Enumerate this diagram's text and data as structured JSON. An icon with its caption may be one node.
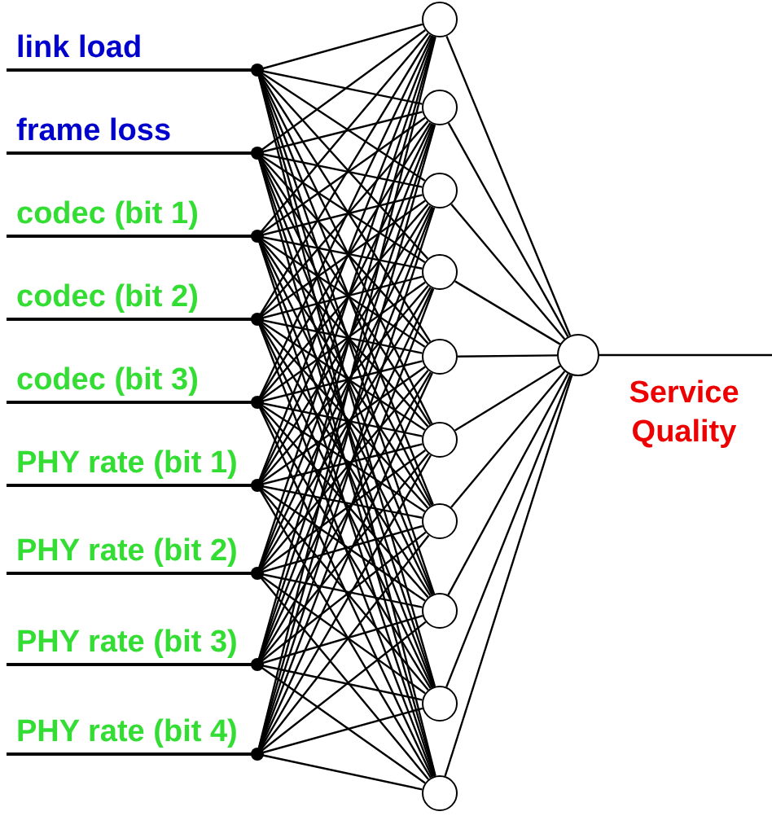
{
  "diagram": {
    "nodes": [
      {
        "text": [
          "link load"
        ]
      },
      {
        "text": [
          "frame loss"
        ]
      },
      {
        "text": [
          "codec (bit 1)"
        ]
      },
      {
        "text": [
          "codec (bit 2)"
        ]
      },
      {
        "text": [
          "codec (bit 3)"
        ]
      },
      {
        "text": [
          "PHY rate (bit 1)"
        ]
      },
      {
        "text": [
          "PHY rate (bit 2)"
        ]
      },
      {
        "text": [
          "PHY rate (bit 3)"
        ]
      },
      {
        "text": [
          "PHY rate (bit 4)"
        ]
      },
      {
        "text": [],
        "shape": "circle"
      },
      {
        "text": [],
        "shape": "circle"
      },
      {
        "text": [],
        "shape": "circle"
      },
      {
        "text": [],
        "shape": "circle"
      },
      {
        "text": [],
        "shape": "circle"
      },
      {
        "text": [],
        "shape": "circle"
      },
      {
        "text": [],
        "shape": "circle"
      },
      {
        "text": [],
        "shape": "circle"
      },
      {
        "text": [],
        "shape": "circle"
      },
      {
        "text": [],
        "shape": "circle"
      },
      {
        "text": [],
        "shape": "circle",
        "beside": [
          "Service Quality"
        ]
      }
    ],
    "edges": [
      {
        "from": 0,
        "to": 9,
        "arrow": "none"
      },
      {
        "from": 0,
        "to": 10,
        "arrow": "none"
      },
      {
        "from": 0,
        "to": 11,
        "arrow": "none"
      },
      {
        "from": 0,
        "to": 12,
        "arrow": "none"
      },
      {
        "from": 0,
        "to": 13,
        "arrow": "none"
      },
      {
        "from": 0,
        "to": 14,
        "arrow": "none"
      },
      {
        "from": 0,
        "to": 15,
        "arrow": "none"
      },
      {
        "from": 0,
        "to": 16,
        "arrow": "none"
      },
      {
        "from": 0,
        "to": 17,
        "arrow": "none"
      },
      {
        "from": 0,
        "to": 18,
        "arrow": "none"
      },
      {
        "from": 1,
        "to": 9,
        "arrow": "none"
      },
      {
        "from": 1,
        "to": 10,
        "arrow": "none"
      },
      {
        "from": 1,
        "to": 11,
        "arrow": "none"
      },
      {
        "from": 1,
        "to": 12,
        "arrow": "none"
      },
      {
        "from": 1,
        "to": 13,
        "arrow": "none"
      },
      {
        "from": 1,
        "to": 14,
        "arrow": "none"
      },
      {
        "from": 1,
        "to": 15,
        "arrow": "none"
      },
      {
        "from": 1,
        "to": 16,
        "arrow": "none"
      },
      {
        "from": 1,
        "to": 17,
        "arrow": "none"
      },
      {
        "from": 1,
        "to": 18,
        "arrow": "none"
      },
      {
        "from": 2,
        "to": 9,
        "arrow": "none"
      },
      {
        "from": 2,
        "to": 10,
        "arrow": "none"
      },
      {
        "from": 2,
        "to": 11,
        "arrow": "none"
      },
      {
        "from": 2,
        "to": 12,
        "arrow": "none"
      },
      {
        "from": 2,
        "to": 13,
        "arrow": "none"
      },
      {
        "from": 2,
        "to": 14,
        "arrow": "none"
      },
      {
        "from": 2,
        "to": 15,
        "arrow": "none"
      },
      {
        "from": 2,
        "to": 16,
        "arrow": "none"
      },
      {
        "from": 2,
        "to": 17,
        "arrow": "none"
      },
      {
        "from": 2,
        "to": 18,
        "arrow": "none"
      },
      {
        "from": 3,
        "to": 9,
        "arrow": "none"
      },
      {
        "from": 3,
        "to": 10,
        "arrow": "none"
      },
      {
        "from": 3,
        "to": 11,
        "arrow": "none"
      },
      {
        "from": 3,
        "to": 12,
        "arrow": "none"
      },
      {
        "from": 3,
        "to": 13,
        "arrow": "none"
      },
      {
        "from": 3,
        "to": 14,
        "arrow": "none"
      },
      {
        "from": 3,
        "to": 15,
        "arrow": "none"
      },
      {
        "from": 3,
        "to": 16,
        "arrow": "none"
      },
      {
        "from": 3,
        "to": 17,
        "arrow": "none"
      },
      {
        "from": 3,
        "to": 18,
        "arrow": "none"
      },
      {
        "from": 4,
        "to": 9,
        "arrow": "none"
      },
      {
        "from": 4,
        "to": 10,
        "arrow": "none"
      },
      {
        "from": 4,
        "to": 11,
        "arrow": "none"
      },
      {
        "from": 4,
        "to": 12,
        "arrow": "none"
      },
      {
        "from": 4,
        "to": 13,
        "arrow": "none"
      },
      {
        "from": 4,
        "to": 14,
        "arrow": "none"
      },
      {
        "from": 4,
        "to": 15,
        "arrow": "none"
      },
      {
        "from": 4,
        "to": 16,
        "arrow": "none"
      },
      {
        "from": 4,
        "to": 17,
        "arrow": "none"
      },
      {
        "from": 4,
        "to": 18,
        "arrow": "none"
      },
      {
        "from": 5,
        "to": 9,
        "arrow": "none"
      },
      {
        "from": 5,
        "to": 10,
        "arrow": "none"
      },
      {
        "from": 5,
        "to": 11,
        "arrow": "none"
      },
      {
        "from": 5,
        "to": 12,
        "arrow": "none"
      },
      {
        "from": 5,
        "to": 13,
        "arrow": "none"
      },
      {
        "from": 5,
        "to": 14,
        "arrow": "none"
      },
      {
        "from": 5,
        "to": 15,
        "arrow": "none"
      },
      {
        "from": 5,
        "to": 16,
        "arrow": "none"
      },
      {
        "from": 5,
        "to": 17,
        "arrow": "none"
      },
      {
        "from": 5,
        "to": 18,
        "arrow": "none"
      },
      {
        "from": 6,
        "to": 9,
        "arrow": "none"
      },
      {
        "from": 6,
        "to": 10,
        "arrow": "none"
      },
      {
        "from": 6,
        "to": 11,
        "arrow": "none"
      },
      {
        "from": 6,
        "to": 12,
        "arrow": "none"
      },
      {
        "from": 6,
        "to": 13,
        "arrow": "none"
      },
      {
        "from": 6,
        "to": 14,
        "arrow": "none"
      },
      {
        "from": 6,
        "to": 15,
        "arrow": "none"
      },
      {
        "from": 6,
        "to": 16,
        "arrow": "none"
      },
      {
        "from": 6,
        "to": 17,
        "arrow": "none"
      },
      {
        "from": 6,
        "to": 18,
        "arrow": "none"
      },
      {
        "from": 7,
        "to": 9,
        "arrow": "none"
      },
      {
        "from": 7,
        "to": 10,
        "arrow": "none"
      },
      {
        "from": 7,
        "to": 11,
        "arrow": "none"
      },
      {
        "from": 7,
        "to": 12,
        "arrow": "none"
      },
      {
        "from": 7,
        "to": 13,
        "arrow": "none"
      },
      {
        "from": 7,
        "to": 14,
        "arrow": "none"
      },
      {
        "from": 7,
        "to": 15,
        "arrow": "none"
      },
      {
        "from": 7,
        "to": 16,
        "arrow": "none"
      },
      {
        "from": 7,
        "to": 17,
        "arrow": "none"
      },
      {
        "from": 7,
        "to": 18,
        "arrow": "none"
      },
      {
        "from": 8,
        "to": 9,
        "arrow": "none"
      },
      {
        "from": 8,
        "to": 10,
        "arrow": "none"
      },
      {
        "from": 8,
        "to": 11,
        "arrow": "none"
      },
      {
        "from": 8,
        "to": 12,
        "arrow": "none"
      },
      {
        "from": 8,
        "to": 13,
        "arrow": "none"
      },
      {
        "from": 8,
        "to": 14,
        "arrow": "none"
      },
      {
        "from": 8,
        "to": 15,
        "arrow": "none"
      },
      {
        "from": 8,
        "to": 16,
        "arrow": "none"
      },
      {
        "from": 8,
        "to": 17,
        "arrow": "none"
      },
      {
        "from": 8,
        "to": 18,
        "arrow": "none"
      },
      {
        "from": 9,
        "to": 19,
        "arrow": "none"
      },
      {
        "from": 10,
        "to": 19,
        "arrow": "none"
      },
      {
        "from": 11,
        "to": 19,
        "arrow": "none"
      },
      {
        "from": 12,
        "to": 19,
        "arrow": "none"
      },
      {
        "from": 13,
        "to": 19,
        "arrow": "none"
      },
      {
        "from": 14,
        "to": 19,
        "arrow": "none"
      },
      {
        "from": 15,
        "to": 19,
        "arrow": "none"
      },
      {
        "from": 16,
        "to": 19,
        "arrow": "none"
      },
      {
        "from": 17,
        "to": 19,
        "arrow": "none"
      },
      {
        "from": 18,
        "to": 19,
        "arrow": "none"
      },
      {
        "from": 19,
        "to": null,
        "arrow": "none"
      }
    ]
  }
}
